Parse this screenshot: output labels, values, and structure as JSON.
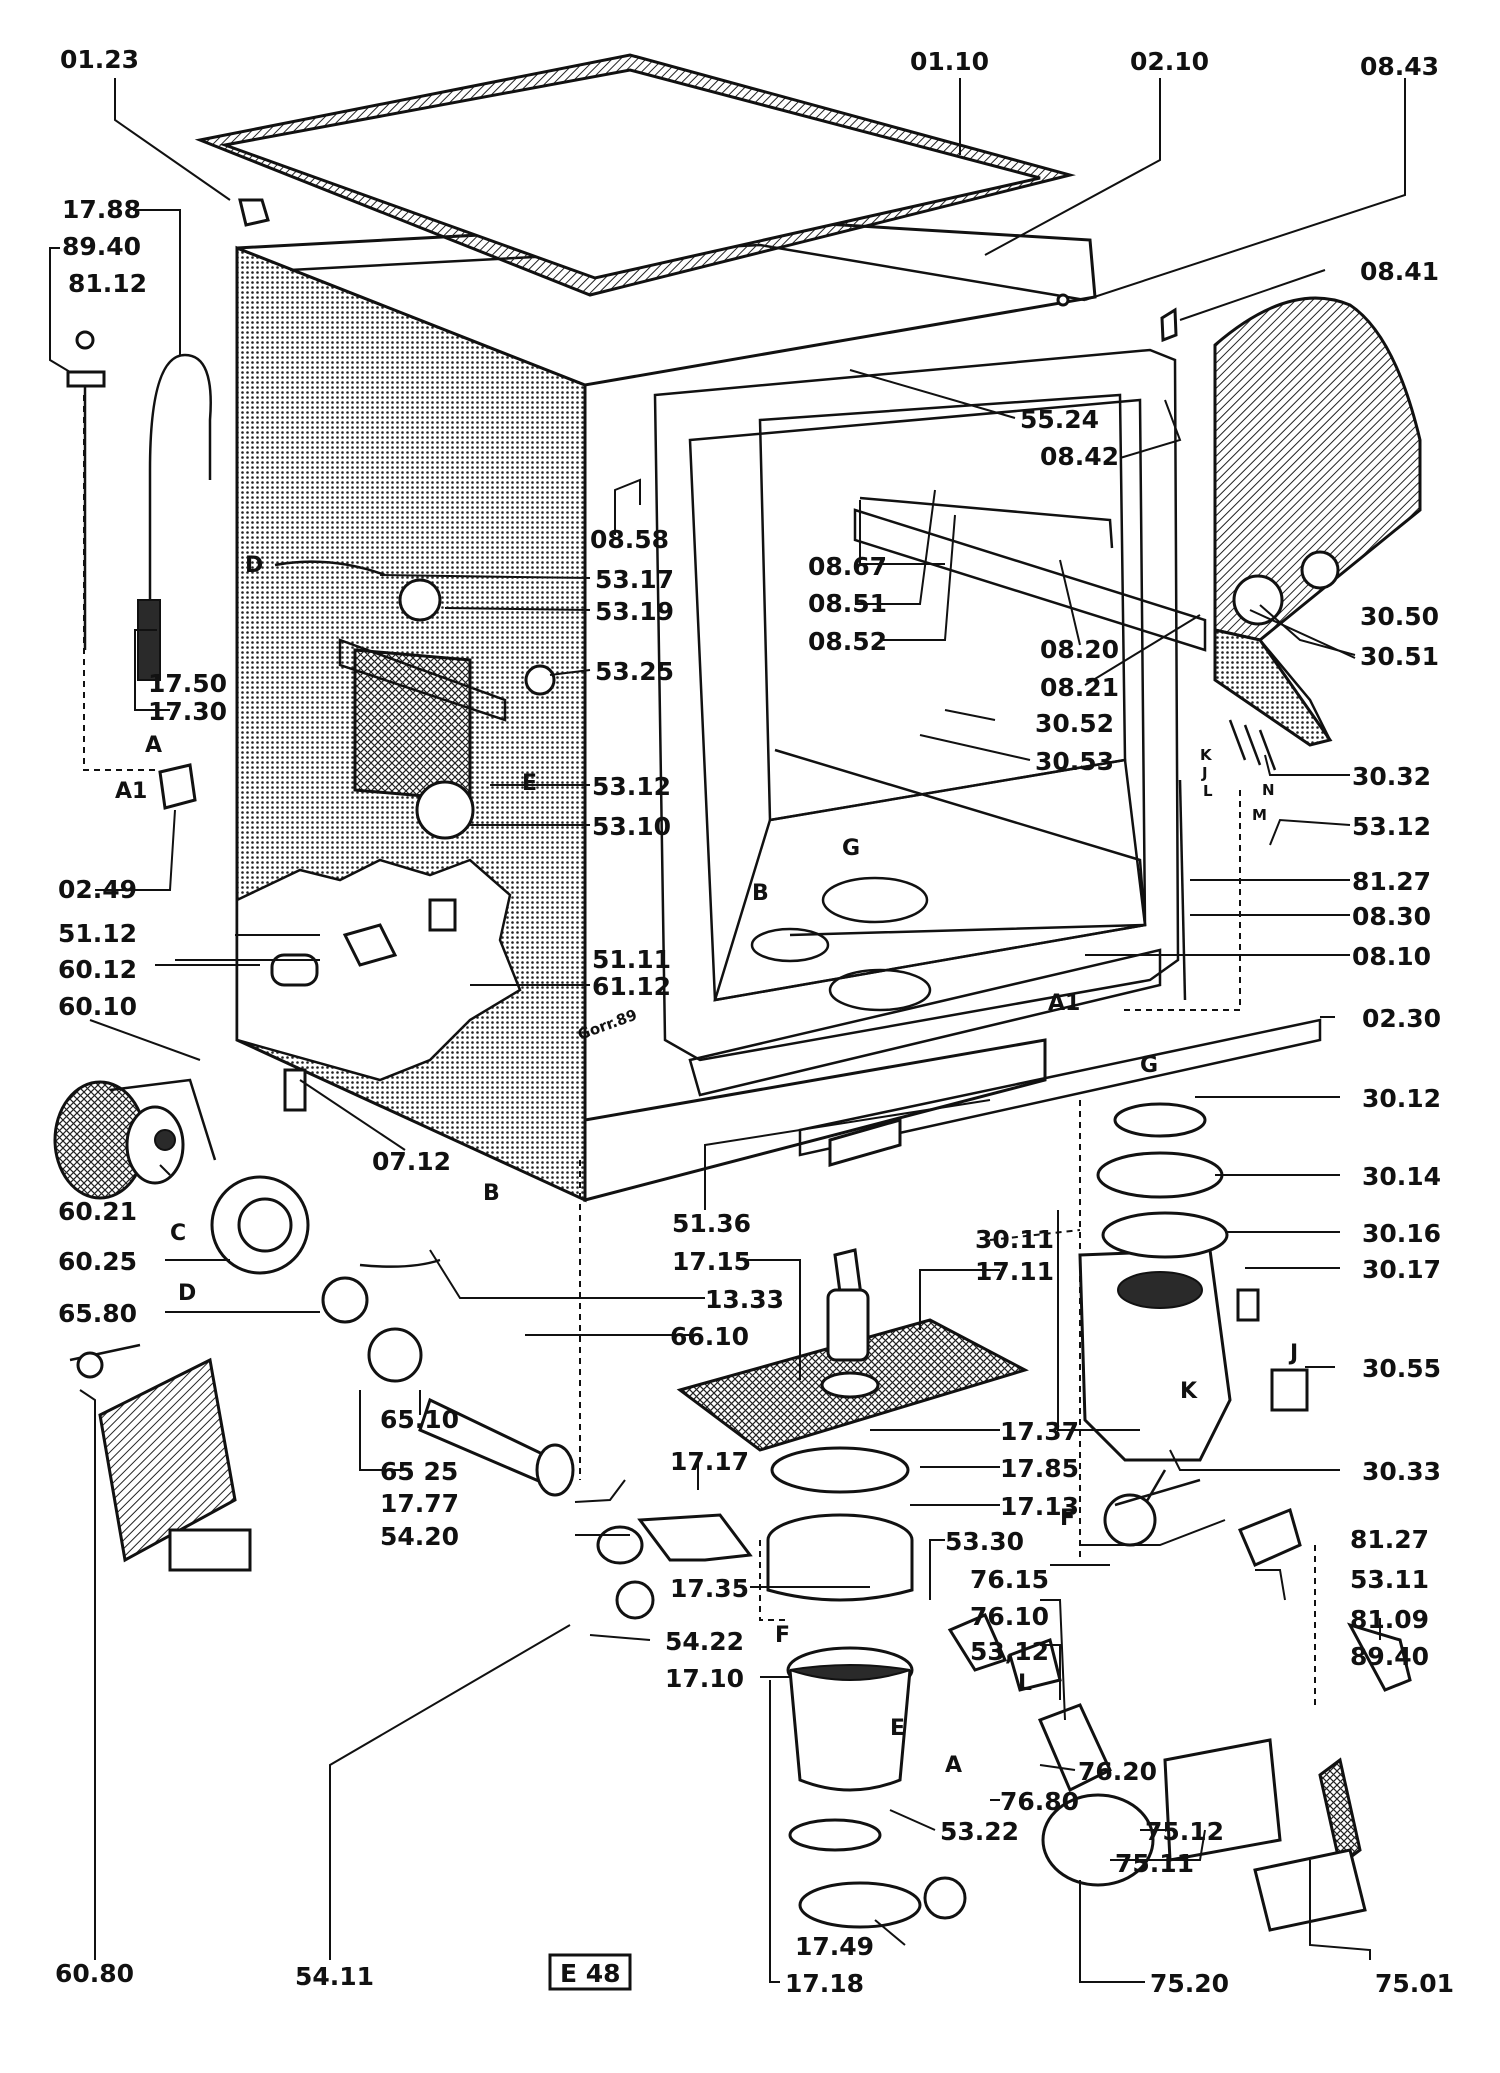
{
  "diagram": {
    "reference_box": "E 48",
    "labels": [
      {
        "id": "01.23",
        "text": "01.23"
      },
      {
        "id": "01.10",
        "text": "01.10"
      },
      {
        "id": "02.10",
        "text": "02.10"
      },
      {
        "id": "08.43",
        "text": "08.43"
      },
      {
        "id": "17.88",
        "text": "17.88"
      },
      {
        "id": "89.40-a",
        "text": "89.40"
      },
      {
        "id": "81.12",
        "text": "81.12"
      },
      {
        "id": "08.41",
        "text": "08.41"
      },
      {
        "id": "55.24",
        "text": "55.24"
      },
      {
        "id": "08.42",
        "text": "08.42"
      },
      {
        "id": "08.58",
        "text": "08.58"
      },
      {
        "id": "53.17",
        "text": "53.17"
      },
      {
        "id": "53.19",
        "text": "53.19"
      },
      {
        "id": "08.67",
        "text": "08.67"
      },
      {
        "id": "08.51",
        "text": "08.51"
      },
      {
        "id": "08.52",
        "text": "08.52"
      },
      {
        "id": "08.20",
        "text": "08.20"
      },
      {
        "id": "30.50",
        "text": "30.50"
      },
      {
        "id": "30.51",
        "text": "30.51"
      },
      {
        "id": "53.25",
        "text": "53.25"
      },
      {
        "id": "17.50",
        "text": "17.50"
      },
      {
        "id": "17.30",
        "text": "17.30"
      },
      {
        "id": "08.21",
        "text": "08.21"
      },
      {
        "id": "30.52",
        "text": "30.52"
      },
      {
        "id": "30.53",
        "text": "30.53"
      },
      {
        "id": "30.32",
        "text": "30.32"
      },
      {
        "id": "53.12-a",
        "text": "53.12"
      },
      {
        "id": "53.10",
        "text": "53.10"
      },
      {
        "id": "53.12-b",
        "text": "53.12"
      },
      {
        "id": "81.27-a",
        "text": "81.27"
      },
      {
        "id": "02.49",
        "text": "02.49"
      },
      {
        "id": "08.30",
        "text": "08.30"
      },
      {
        "id": "51.12",
        "text": "51.12"
      },
      {
        "id": "08.10",
        "text": "08.10"
      },
      {
        "id": "51.11",
        "text": "51.11"
      },
      {
        "id": "60.12",
        "text": "60.12"
      },
      {
        "id": "61.12",
        "text": "61.12"
      },
      {
        "id": "60.10",
        "text": "60.10"
      },
      {
        "id": "02.30",
        "text": "02.30"
      },
      {
        "id": "30.12",
        "text": "30.12"
      },
      {
        "id": "07.12",
        "text": "07.12"
      },
      {
        "id": "30.14",
        "text": "30.14"
      },
      {
        "id": "60.21",
        "text": "60.21"
      },
      {
        "id": "51.36",
        "text": "51.36"
      },
      {
        "id": "30.16",
        "text": "30.16"
      },
      {
        "id": "30.11",
        "text": "30.11"
      },
      {
        "id": "60.25",
        "text": "60.25"
      },
      {
        "id": "17.15",
        "text": "17.15"
      },
      {
        "id": "17.11",
        "text": "17.11"
      },
      {
        "id": "30.17",
        "text": "30.17"
      },
      {
        "id": "13.33",
        "text": "13.33"
      },
      {
        "id": "65.80",
        "text": "65.80"
      },
      {
        "id": "66.10",
        "text": "66.10"
      },
      {
        "id": "30.55",
        "text": "30.55"
      },
      {
        "id": "65.10",
        "text": "65.10"
      },
      {
        "id": "17.37",
        "text": "17.37"
      },
      {
        "id": "65.25",
        "text": "65 25"
      },
      {
        "id": "17.17",
        "text": "17.17"
      },
      {
        "id": "17.85",
        "text": "17.85"
      },
      {
        "id": "30.33",
        "text": "30.33"
      },
      {
        "id": "17.77",
        "text": "17.77"
      },
      {
        "id": "17.13",
        "text": "17.13"
      },
      {
        "id": "54.20",
        "text": "54.20"
      },
      {
        "id": "53.30",
        "text": "53.30"
      },
      {
        "id": "81.27-b",
        "text": "81.27"
      },
      {
        "id": "76.15",
        "text": "76.15"
      },
      {
        "id": "53.11",
        "text": "53.11"
      },
      {
        "id": "17.35",
        "text": "17.35"
      },
      {
        "id": "81.09",
        "text": "81.09"
      },
      {
        "id": "76.10",
        "text": "76.10"
      },
      {
        "id": "89.40-b",
        "text": "89.40"
      },
      {
        "id": "54.22",
        "text": "54.22"
      },
      {
        "id": "53.12-c",
        "text": "53,12"
      },
      {
        "id": "17.10",
        "text": "17.10"
      },
      {
        "id": "76.20",
        "text": "76.20"
      },
      {
        "id": "76.80",
        "text": "76.80"
      },
      {
        "id": "53.22",
        "text": "53.22"
      },
      {
        "id": "75.12",
        "text": "75.12"
      },
      {
        "id": "75.11",
        "text": "75.11"
      },
      {
        "id": "17.49",
        "text": "17.49"
      },
      {
        "id": "60.80",
        "text": "60.80"
      },
      {
        "id": "54.11",
        "text": "54.11"
      },
      {
        "id": "17.18",
        "text": "17.18"
      },
      {
        "id": "75.20",
        "text": "75.20"
      },
      {
        "id": "75.01",
        "text": "75.01"
      }
    ],
    "connection_letters": [
      {
        "id": "D-top",
        "text": "D"
      },
      {
        "id": "A-top",
        "text": "A"
      },
      {
        "id": "A1-left",
        "text": "A1"
      },
      {
        "id": "E-left",
        "text": "E"
      },
      {
        "id": "B-tub",
        "text": "B"
      },
      {
        "id": "G-tub",
        "text": "G"
      },
      {
        "id": "K-soft",
        "text": "K"
      },
      {
        "id": "J-soft",
        "text": "J"
      },
      {
        "id": "L-soft",
        "text": "L"
      },
      {
        "id": "N-soft",
        "text": "N"
      },
      {
        "id": "M-soft",
        "text": "M"
      },
      {
        "id": "A1-right",
        "text": "A1"
      },
      {
        "id": "G-right",
        "text": "G"
      },
      {
        "id": "B-hose",
        "text": "B"
      },
      {
        "id": "C-pump",
        "text": "C"
      },
      {
        "id": "D-pump",
        "text": "D"
      },
      {
        "id": "J-tank",
        "text": "J"
      },
      {
        "id": "K-tank",
        "text": "K"
      },
      {
        "id": "F-hose",
        "text": "F"
      },
      {
        "id": "F-sump",
        "text": "F"
      },
      {
        "id": "L-valve",
        "text": "L"
      },
      {
        "id": "E-valve",
        "text": "E"
      },
      {
        "id": "A-valve",
        "text": "A"
      }
    ],
    "small_text": {
      "gorr": "Gorr.89"
    }
  }
}
